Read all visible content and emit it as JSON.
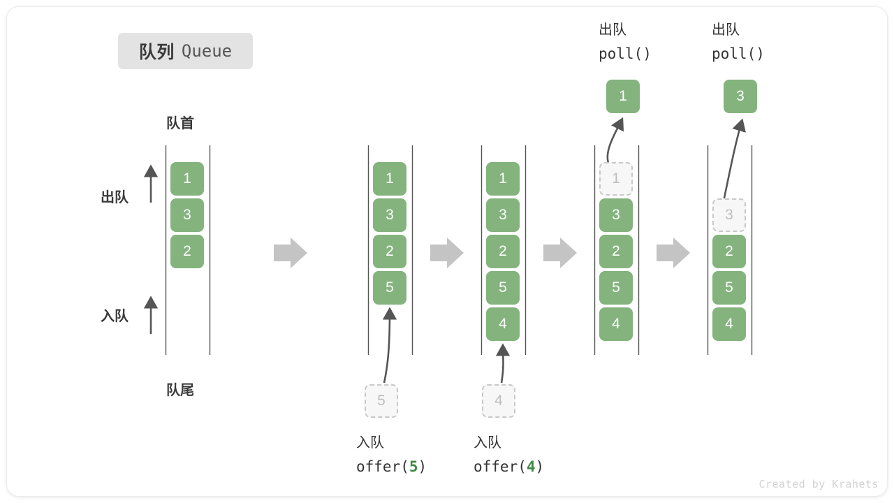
{
  "title": {
    "cn": "队列",
    "en": "Queue"
  },
  "labels": {
    "front": "队首",
    "rear": "队尾",
    "dequeue": "出队",
    "enqueue": "入队"
  },
  "footer": "Created by Krahets",
  "colors": {
    "cell_green": "#84b37e",
    "ghost_fill": "#f7f7f7",
    "ghost_border": "#c8c8c8",
    "rail": "#555555",
    "arrow_gray": "#c4c4c4",
    "curve_arrow": "#555555",
    "text_dark": "#333333",
    "badge_bg": "#e3e3e3",
    "footer_text": "#d2d2d2",
    "accent_num": "#3f8a44"
  },
  "stages": [
    {
      "name": "initial",
      "cells": [
        {
          "value": "1",
          "state": "filled"
        },
        {
          "value": "3",
          "state": "filled"
        },
        {
          "value": "2",
          "state": "filled"
        }
      ],
      "caption": null,
      "incoming": null,
      "outgoing": null
    },
    {
      "name": "after-offer-5",
      "cells": [
        {
          "value": "1",
          "state": "filled"
        },
        {
          "value": "3",
          "state": "filled"
        },
        {
          "value": "2",
          "state": "filled"
        },
        {
          "value": "5",
          "state": "filled"
        }
      ],
      "caption": {
        "cn": "入队",
        "code_prefix": "offer(",
        "code_num": "5",
        "code_suffix": ")"
      },
      "incoming": {
        "value": "5",
        "state": "ghost"
      },
      "outgoing": null
    },
    {
      "name": "after-offer-4",
      "cells": [
        {
          "value": "1",
          "state": "filled"
        },
        {
          "value": "3",
          "state": "filled"
        },
        {
          "value": "2",
          "state": "filled"
        },
        {
          "value": "5",
          "state": "filled"
        },
        {
          "value": "4",
          "state": "filled"
        }
      ],
      "caption": {
        "cn": "入队",
        "code_prefix": "offer(",
        "code_num": "4",
        "code_suffix": ")"
      },
      "incoming": {
        "value": "4",
        "state": "ghost"
      },
      "outgoing": null
    },
    {
      "name": "after-poll-1",
      "cells": [
        {
          "value": "1",
          "state": "ghost"
        },
        {
          "value": "3",
          "state": "filled"
        },
        {
          "value": "2",
          "state": "filled"
        },
        {
          "value": "5",
          "state": "filled"
        },
        {
          "value": "4",
          "state": "filled"
        }
      ],
      "header": {
        "cn": "出队",
        "code": "poll()"
      },
      "outgoing": {
        "value": "1",
        "state": "filled"
      },
      "incoming": null
    },
    {
      "name": "after-poll-3",
      "cells": [
        {
          "value": "3",
          "state": "ghost"
        },
        {
          "value": "2",
          "state": "filled"
        },
        {
          "value": "5",
          "state": "filled"
        },
        {
          "value": "4",
          "state": "filled"
        }
      ],
      "header": {
        "cn": "出队",
        "code": "poll()"
      },
      "outgoing": {
        "value": "3",
        "state": "filled"
      },
      "incoming": null
    }
  ],
  "flow_arrows": 4
}
